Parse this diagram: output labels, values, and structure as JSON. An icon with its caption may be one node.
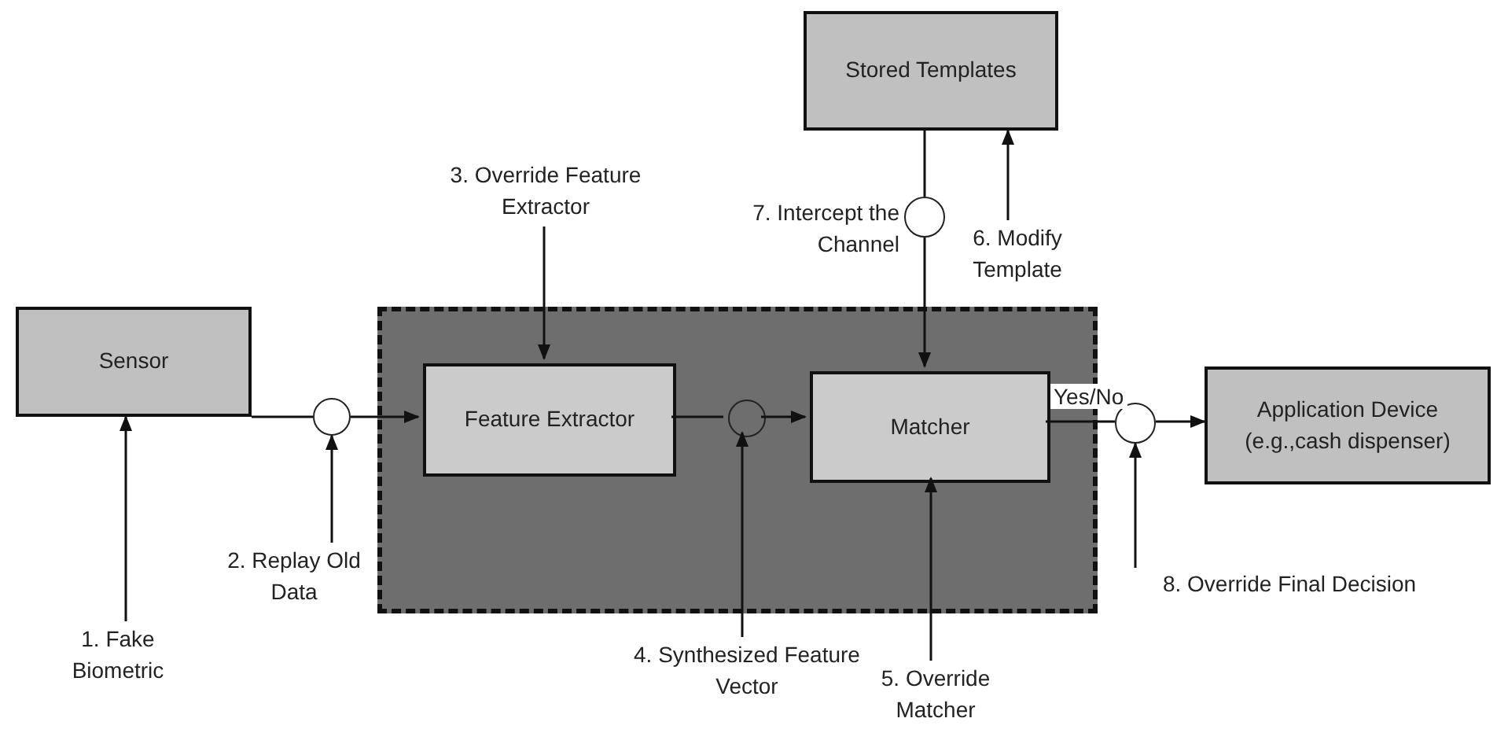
{
  "diagram": {
    "nodes": [
      {
        "text": [
          "Sensor"
        ]
      },
      {
        "text": [],
        "shape": "box"
      },
      {
        "text": [
          "Feature Extractor"
        ],
        "in": 1
      },
      {
        "text": [
          "Matcher"
        ],
        "in": 1
      },
      {
        "text": [
          "Stored Templates"
        ]
      },
      {
        "text": [
          "Application Device (e.g.,cash dispenser)"
        ]
      },
      {
        "text": [],
        "shape": "circle"
      },
      {
        "text": [],
        "shape": "circle",
        "in": 1
      },
      {
        "text": [],
        "shape": "circle",
        "beside": [
          "7. Intercept the Channel"
        ]
      },
      {
        "text": [],
        "shape": "circle"
      },
      {
        "text": [
          "1. Fake Biometric"
        ]
      },
      {
        "text": [
          "2. Replay Old Data"
        ]
      },
      {
        "text": [
          "3. Override Feature Extractor"
        ]
      },
      {
        "text": [
          "4. Synthesized Feature Vector"
        ]
      },
      {
        "text": [
          "5. Override Matcher"
        ]
      },
      {
        "text": [
          "6. Modify Template"
        ]
      },
      {
        "text": [
          "8. Override Final Decision"
        ]
      }
    ],
    "edges": [
      {
        "from": 0,
        "to": 6,
        "arrow": "none"
      },
      {
        "from": 6,
        "to": 2,
        "arrow": "to"
      },
      {
        "from": 2,
        "to": 7,
        "arrow": "none"
      },
      {
        "from": 7,
        "to": 3,
        "arrow": "to"
      },
      {
        "from": 4,
        "to": 8,
        "arrow": "none"
      },
      {
        "from": 8,
        "to": 3,
        "arrow": "to"
      },
      {
        "from": 3,
        "to": 9,
        "arrow": "none",
        "label": "Yes/No"
      },
      {
        "from": 9,
        "to": 5,
        "arrow": "to"
      },
      {
        "from": 10,
        "to": 0,
        "arrow": "to"
      },
      {
        "from": 11,
        "to": 6,
        "arrow": "to"
      },
      {
        "from": 12,
        "to": 2,
        "arrow": "to"
      },
      {
        "from": 13,
        "to": 7,
        "arrow": "to"
      },
      {
        "from": 14,
        "to": 3,
        "arrow": "to"
      },
      {
        "from": 15,
        "to": 4,
        "arrow": "to"
      },
      {
        "from": 16,
        "to": 9,
        "arrow": "to"
      }
    ]
  }
}
